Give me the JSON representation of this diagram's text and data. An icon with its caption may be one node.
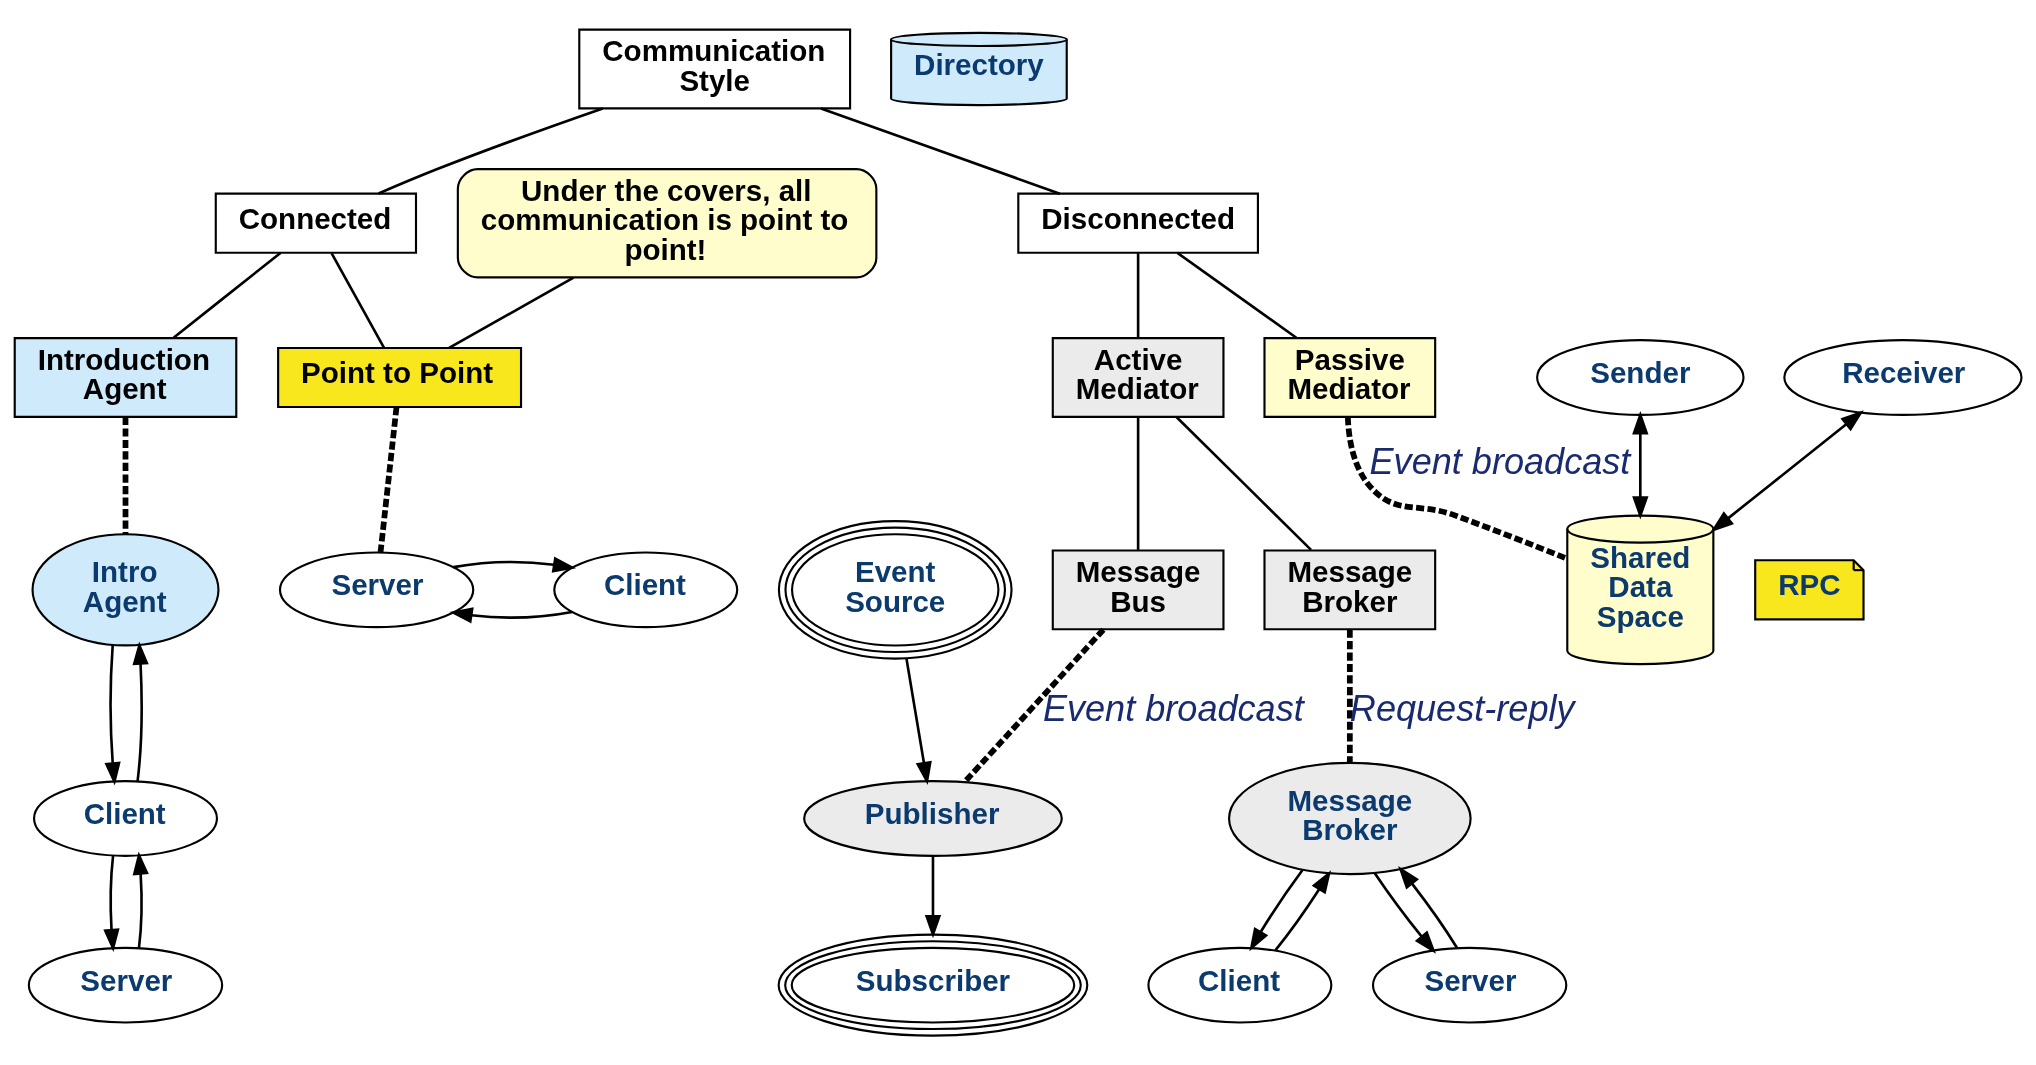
{
  "diagram": {
    "nodes": [
      {
        "text": [
          "Communication Style"
        ]
      },
      {
        "text": [
          "Connected"
        ]
      },
      {
        "text": [
          "Disconnected"
        ]
      },
      {
        "text": [
          "Point to Point"
        ]
      },
      {
        "text": [
          "Introduction Agent"
        ]
      },
      {
        "text": [
          "Active Mediator"
        ]
      },
      {
        "text": [
          "Passive Mediator"
        ]
      },
      {
        "text": [
          "Message Broker"
        ]
      },
      {
        "text": [
          "Message Bus"
        ]
      },
      {
        "text": [
          "Under the covers, all communication is point to point!"
        ]
      },
      {
        "text": [
          "RPC"
        ]
      },
      {
        "text": [
          "Client"
        ]
      },
      {
        "text": [
          "Server"
        ]
      },
      {
        "text": [
          "Intro Agent"
        ]
      },
      {
        "text": [
          "Directory"
        ]
      },
      {
        "text": [
          "Client"
        ]
      },
      {
        "text": [
          "Server"
        ]
      },
      {
        "text": [
          "Client"
        ]
      },
      {
        "text": [
          "Message Broker"
        ]
      },
      {
        "text": [
          "Server"
        ]
      },
      {
        "text": [
          "Event Source"
        ]
      },
      {
        "text": [
          "Publisher"
        ]
      },
      {
        "text": [
          "Subscriber"
        ]
      },
      {
        "text": [
          "Sender"
        ]
      },
      {
        "text": [
          "Receiver"
        ]
      },
      {
        "text": [
          "Shared Data Space"
        ]
      }
    ],
    "edges": [
      {
        "from": 0,
        "to": 1,
        "arrow": "none"
      },
      {
        "from": 0,
        "to": 2,
        "arrow": "none"
      },
      {
        "from": 1,
        "to": 3,
        "arrow": "none"
      },
      {
        "from": 1,
        "to": 4,
        "arrow": "none"
      },
      {
        "from": 2,
        "to": 5,
        "arrow": "none"
      },
      {
        "from": 2,
        "to": 6,
        "arrow": "none"
      },
      {
        "from": 5,
        "to": 7,
        "arrow": "none"
      },
      {
        "from": 5,
        "to": 8,
        "arrow": "none"
      },
      {
        "from": 9,
        "to": 3,
        "arrow": "none"
      },
      {
        "from": 11,
        "to": 12,
        "arrow": "to"
      },
      {
        "from": 12,
        "to": 11,
        "arrow": "to"
      },
      {
        "from": 3,
        "to": 12,
        "arrow": "none",
        "style": "dashed"
      },
      {
        "from": 4,
        "to": 13,
        "arrow": "none",
        "style": "dashed"
      },
      {
        "from": 15,
        "to": 13,
        "arrow": "to"
      },
      {
        "from": 13,
        "to": 15,
        "arrow": "to"
      },
      {
        "from": 15,
        "to": 16,
        "arrow": "to"
      },
      {
        "from": 16,
        "to": 15,
        "arrow": "to"
      },
      {
        "from": 7,
        "to": 18,
        "arrow": "none",
        "style": "dashed",
        "label": "Request-reply"
      },
      {
        "from": 17,
        "to": 18,
        "arrow": "to"
      },
      {
        "from": 18,
        "to": 17,
        "arrow": "to"
      },
      {
        "from": 18,
        "to": 19,
        "arrow": "to"
      },
      {
        "from": 19,
        "to": 18,
        "arrow": "to"
      },
      {
        "from": 8,
        "to": 21,
        "arrow": "none",
        "style": "dashed",
        "label": "Event broadcast"
      },
      {
        "from": 20,
        "to": 21,
        "arrow": "to"
      },
      {
        "from": 21,
        "to": 22,
        "arrow": "to"
      },
      {
        "from": 6,
        "to": 25,
        "arrow": "none",
        "style": "dashed",
        "label": "Event broadcast"
      },
      {
        "from": 23,
        "to": 25,
        "arrow": "both"
      },
      {
        "from": 24,
        "to": 25,
        "arrow": "both"
      }
    ]
  }
}
